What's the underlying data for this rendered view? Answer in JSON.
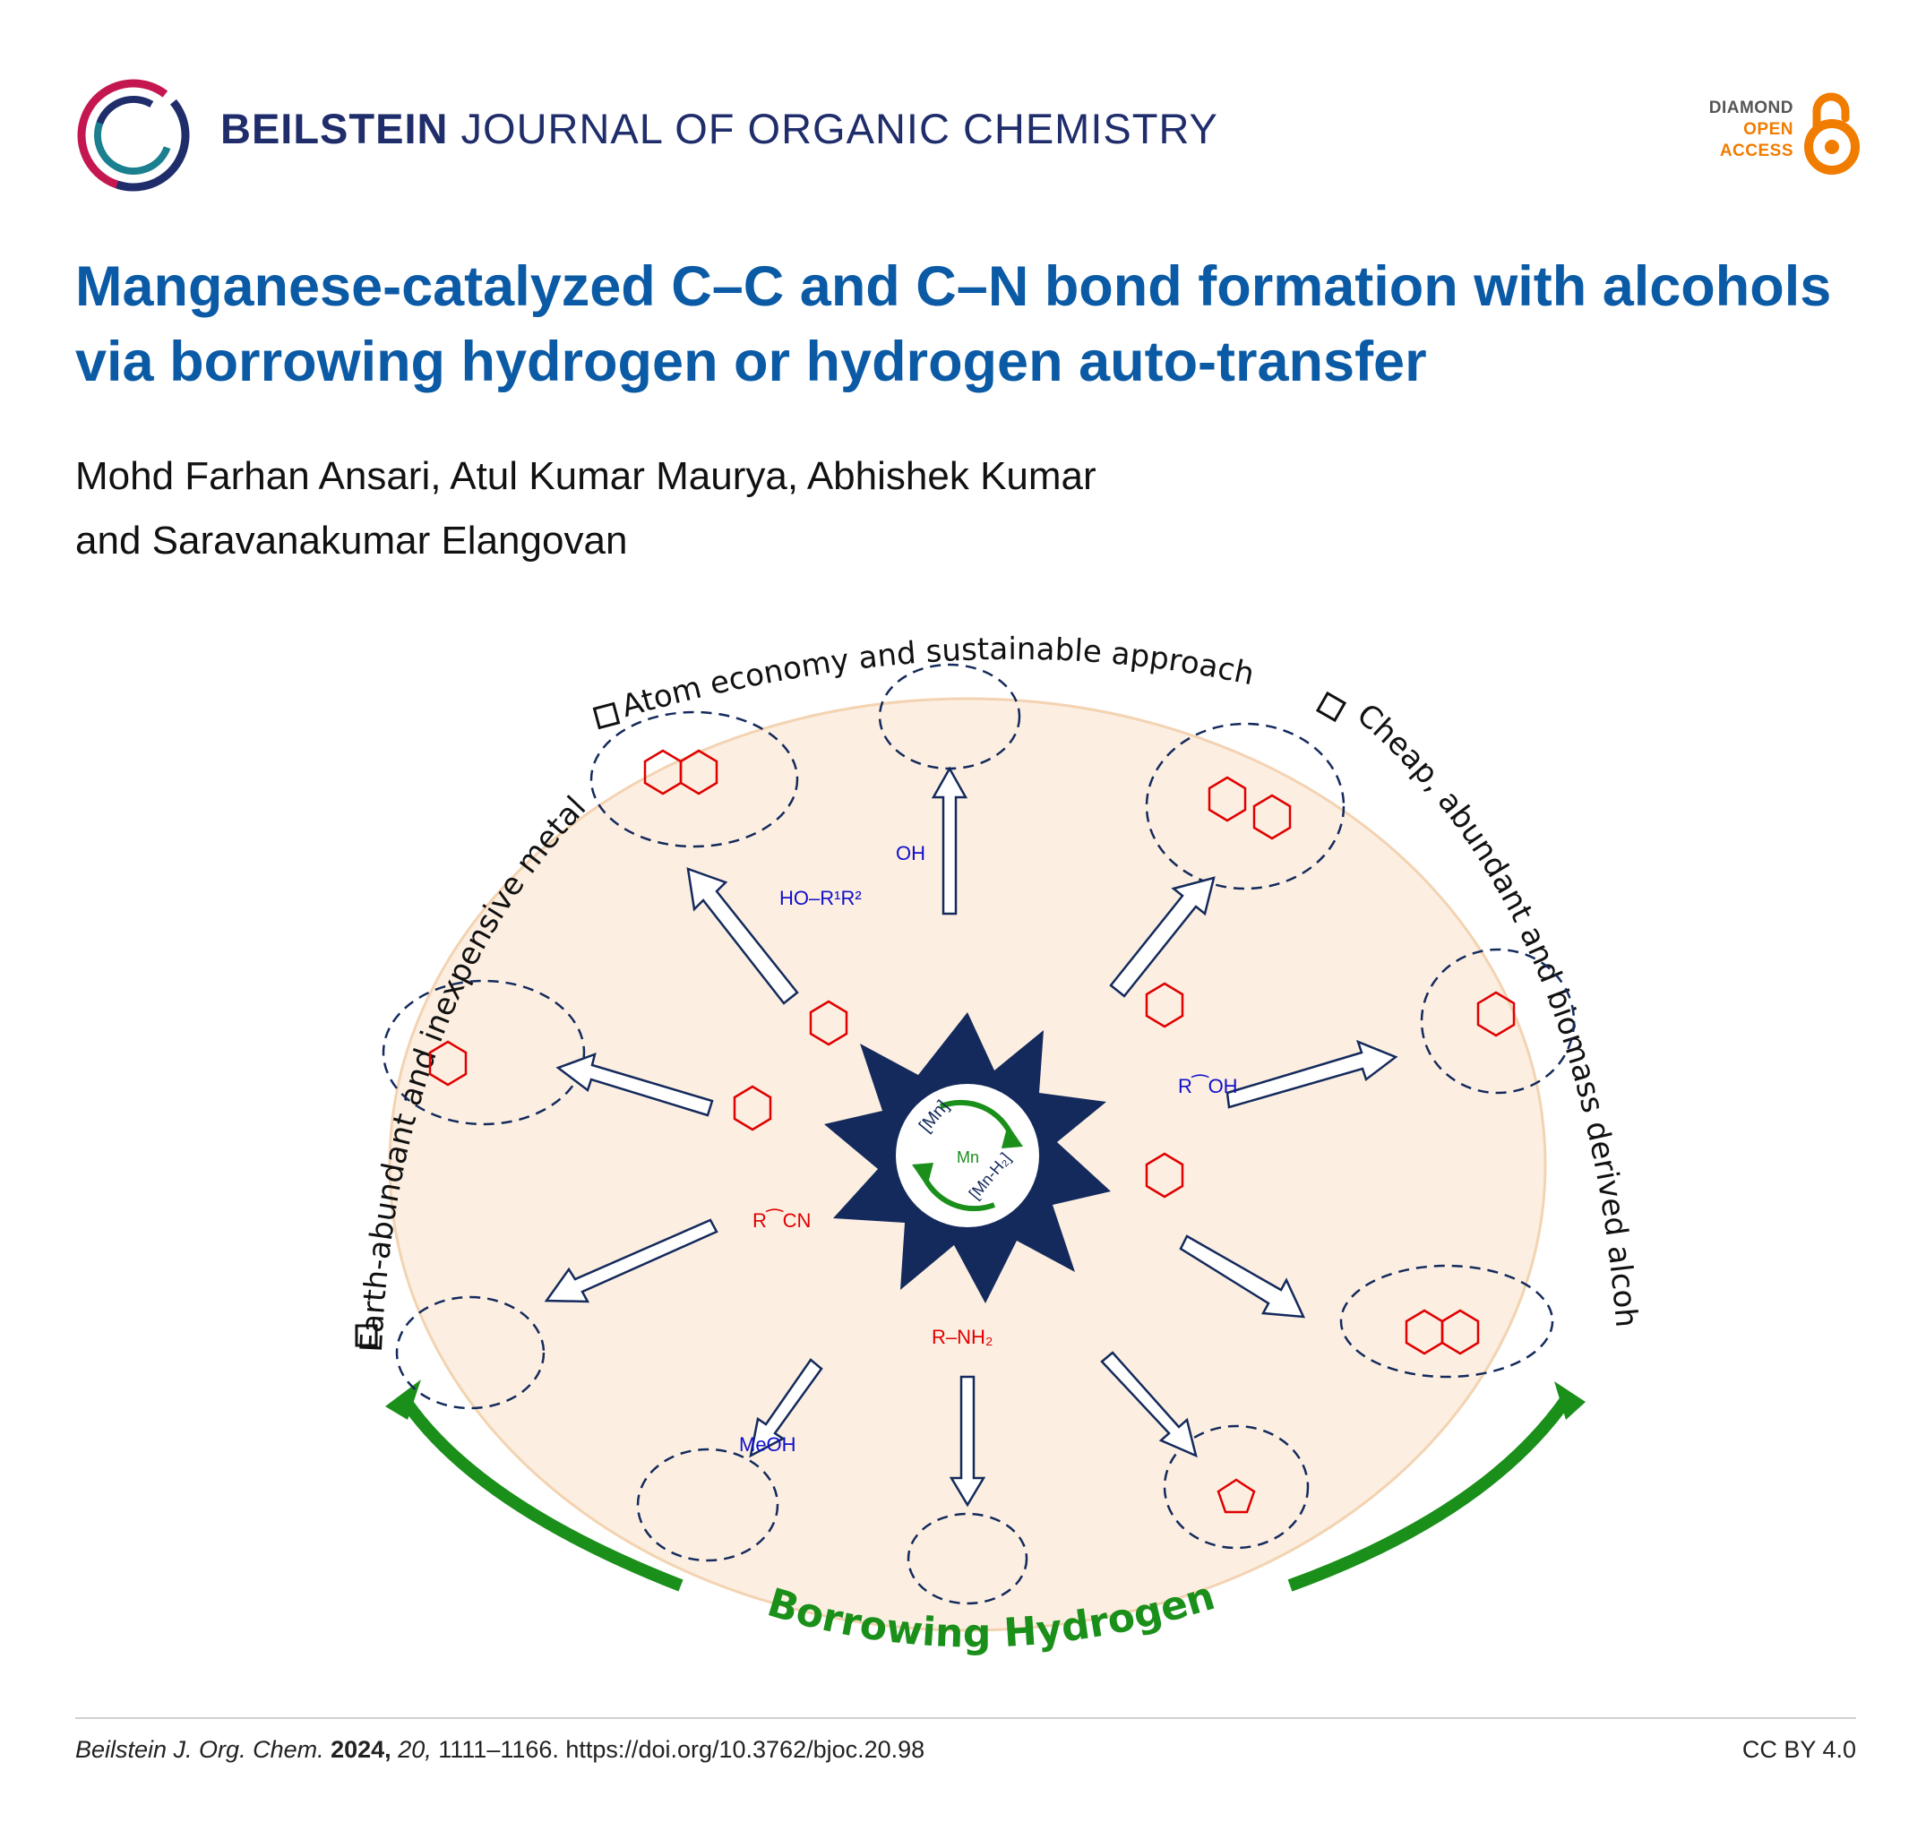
{
  "header": {
    "journal_bold": "BEILSTEIN",
    "journal_rest": "JOURNAL OF ORGANIC CHEMISTRY",
    "badge_line1": "DIAMOND",
    "badge_line2": "OPEN",
    "badge_line3": "ACCESS"
  },
  "article": {
    "title": "Manganese-catalyzed C–C and C–N bond formation with alcohols via borrowing hydrogen or hydrogen auto-transfer",
    "authors_line1": "Mohd Farhan Ansari, Atul Kumar Maurya, Abhishek Kumar",
    "authors_line2": "and Saravanakumar Elangovan"
  },
  "graphic": {
    "arc_top": "Atom economy and sustainable approach",
    "arc_left": "Earth-abundant and inexpensive metal",
    "arc_right": "Cheap, abundant and biomass derived alcohols",
    "bottom_label": "Borrowing Hydrogen",
    "catalyst_top": "[Mn]",
    "catalyst_center": "Mn",
    "catalyst_bottom": "[Mn-H₂]",
    "reagent_meoh": "MeOH",
    "label_r_nh2": "R–NH₂",
    "label_r_cn": "R⁀CN",
    "label_ho_r1_r2": "HO–R¹R²",
    "label_oh": "OH",
    "label_r_oh": "R⁀OH",
    "colors": {
      "red": "#e00000",
      "blue": "#1010c8",
      "navy": "#142a5c",
      "green": "#1a8f1a",
      "ellipse": "#fcefe2"
    }
  },
  "footer": {
    "journal_abbr": "Beilstein J. Org. Chem.",
    "year": "2024,",
    "volume": "20,",
    "pages_doi": "1111–1166. https://doi.org/10.3762/bjoc.20.98",
    "license": "CC BY 4.0"
  }
}
